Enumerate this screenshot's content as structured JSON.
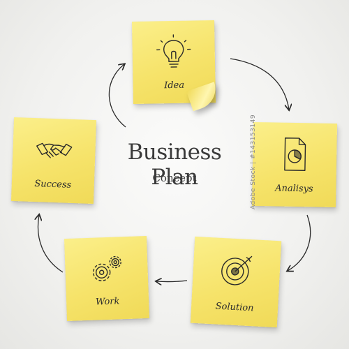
{
  "diagram": {
    "title": "Business Plan",
    "subtitle": "Concept",
    "side_caption": "Adobe Stock | #143153149",
    "steps": [
      {
        "label": "Idea",
        "icon": "lightbulb-icon"
      },
      {
        "label": "Analisys",
        "icon": "document-chart-icon"
      },
      {
        "label": "Solution",
        "icon": "target-icon"
      },
      {
        "label": "Work",
        "icon": "gears-icon"
      },
      {
        "label": "Success",
        "icon": "handshake-icon"
      }
    ],
    "colors": {
      "note_yellow": "#f6e36a",
      "ink": "#2c2c2c",
      "background": "#f1f1ef"
    }
  }
}
